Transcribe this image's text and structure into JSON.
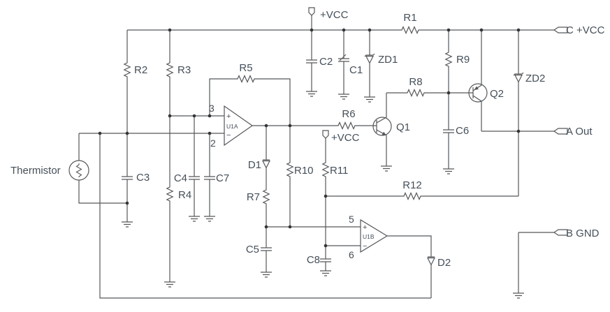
{
  "colors": {
    "background": "#ffffff",
    "wire": "#54575a",
    "text": "#454f58",
    "junction_dot": "#323537"
  },
  "labels": {
    "thermistor": "Thermistor"
  },
  "power": {
    "vcc_top": "+VCC",
    "vcc_mid": "+VCC"
  },
  "connectors": {
    "c_vcc": "C +VCC",
    "a_out": "A Out",
    "b_gnd": "B GND"
  },
  "components": {
    "r1": "R1",
    "r2": "R2",
    "r3": "R3",
    "r4": "R4",
    "r5": "R5",
    "r6": "R6",
    "r7": "R7",
    "r8": "R8",
    "r9": "R9",
    "r10": "R10",
    "r11": "R11",
    "r12": "R12",
    "c1": "C1",
    "c2": "C2",
    "c3": "C3",
    "c4": "C4",
    "c5": "C5",
    "c6": "C6",
    "c7": "C7",
    "c8": "C8",
    "d1": "D1",
    "d2": "D2",
    "zd1": "ZD1",
    "zd2": "ZD2",
    "q1": "Q1",
    "q2": "Q2"
  },
  "opamps": {
    "u1a": {
      "name": "U1A",
      "pin_noninv": "3",
      "pin_inv": "2",
      "plus": "+",
      "minus": "−"
    },
    "u1b": {
      "name": "U1B",
      "pin_noninv": "5",
      "pin_inv": "6",
      "plus": "+",
      "minus": "−"
    }
  }
}
